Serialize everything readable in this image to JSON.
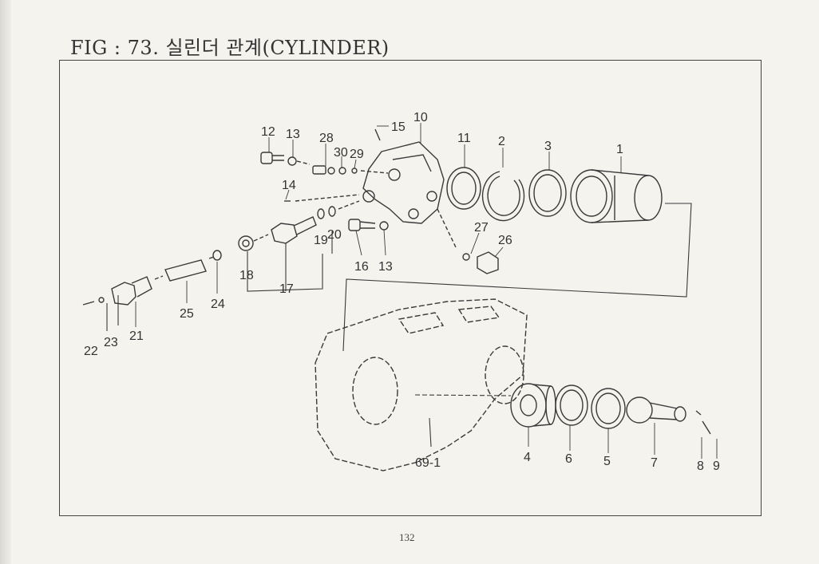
{
  "figure": {
    "title": "FIG : 73. 실린더 관계(CYLINDER)",
    "page_number": "132"
  },
  "callouts": [
    {
      "label": "1"
    },
    {
      "label": "2"
    },
    {
      "label": "3"
    },
    {
      "label": "4"
    },
    {
      "label": "5"
    },
    {
      "label": "6"
    },
    {
      "label": "7"
    },
    {
      "label": "8"
    },
    {
      "label": "9"
    },
    {
      "label": "10"
    },
    {
      "label": "11"
    },
    {
      "label": "12"
    },
    {
      "label": "13"
    },
    {
      "label": "13"
    },
    {
      "label": "14"
    },
    {
      "label": "15"
    },
    {
      "label": "16"
    },
    {
      "label": "17"
    },
    {
      "label": "18"
    },
    {
      "label": "19"
    },
    {
      "label": "20"
    },
    {
      "label": "21"
    },
    {
      "label": "22"
    },
    {
      "label": "23"
    },
    {
      "label": "24"
    },
    {
      "label": "25"
    },
    {
      "label": "26"
    },
    {
      "label": "27"
    },
    {
      "label": "28"
    },
    {
      "label": "29"
    },
    {
      "label": "30"
    },
    {
      "label": "69-1"
    }
  ]
}
